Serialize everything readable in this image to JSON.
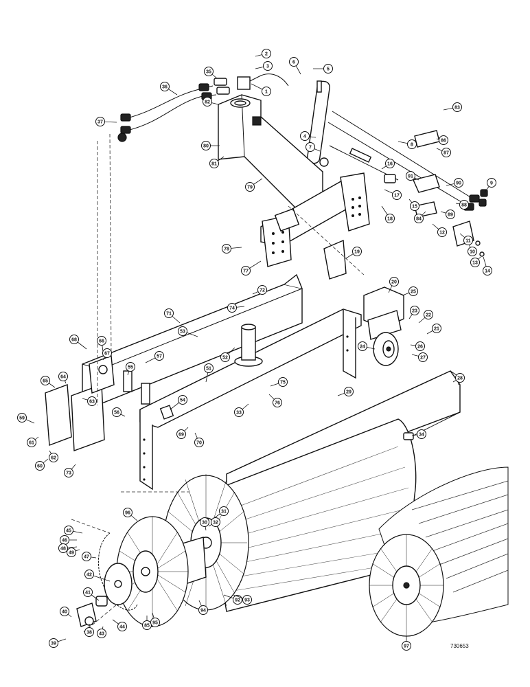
{
  "drawing_number": "730653",
  "callouts": [
    {
      "n": "1"
    },
    {
      "n": "2"
    },
    {
      "n": "3"
    },
    {
      "n": "4"
    },
    {
      "n": "5"
    },
    {
      "n": "6"
    },
    {
      "n": "7"
    },
    {
      "n": "8"
    },
    {
      "n": "9"
    },
    {
      "n": "10"
    },
    {
      "n": "11"
    },
    {
      "n": "12"
    },
    {
      "n": "13"
    },
    {
      "n": "14"
    },
    {
      "n": "15"
    },
    {
      "n": "16"
    },
    {
      "n": "17"
    },
    {
      "n": "18"
    },
    {
      "n": "19"
    },
    {
      "n": "20"
    },
    {
      "n": "21"
    },
    {
      "n": "22"
    },
    {
      "n": "23"
    },
    {
      "n": "24"
    },
    {
      "n": "25"
    },
    {
      "n": "26"
    },
    {
      "n": "27"
    },
    {
      "n": "28"
    },
    {
      "n": "29"
    },
    {
      "n": "30"
    },
    {
      "n": "31"
    },
    {
      "n": "32"
    },
    {
      "n": "33"
    },
    {
      "n": "34"
    },
    {
      "n": "35"
    },
    {
      "n": "36"
    },
    {
      "n": "37"
    },
    {
      "n": "38"
    },
    {
      "n": "39"
    },
    {
      "n": "40"
    },
    {
      "n": "41"
    },
    {
      "n": "42"
    },
    {
      "n": "43"
    },
    {
      "n": "44"
    },
    {
      "n": "45"
    },
    {
      "n": "46"
    },
    {
      "n": "47"
    },
    {
      "n": "48"
    },
    {
      "n": "49"
    },
    {
      "n": "51"
    },
    {
      "n": "52"
    },
    {
      "n": "53"
    },
    {
      "n": "54"
    },
    {
      "n": "55"
    },
    {
      "n": "56"
    },
    {
      "n": "57"
    },
    {
      "n": "59"
    },
    {
      "n": "60"
    },
    {
      "n": "61"
    },
    {
      "n": "62"
    },
    {
      "n": "63"
    },
    {
      "n": "64"
    },
    {
      "n": "65"
    },
    {
      "n": "66"
    },
    {
      "n": "67"
    },
    {
      "n": "68"
    },
    {
      "n": "69"
    },
    {
      "n": "70"
    },
    {
      "n": "71"
    },
    {
      "n": "72"
    },
    {
      "n": "73"
    },
    {
      "n": "74"
    },
    {
      "n": "75"
    },
    {
      "n": "76"
    },
    {
      "n": "77"
    },
    {
      "n": "78"
    },
    {
      "n": "79"
    },
    {
      "n": "80"
    },
    {
      "n": "81"
    },
    {
      "n": "82"
    },
    {
      "n": "83"
    },
    {
      "n": "84"
    },
    {
      "n": "85"
    },
    {
      "n": "86"
    },
    {
      "n": "87"
    },
    {
      "n": "88"
    },
    {
      "n": "89"
    },
    {
      "n": "90"
    },
    {
      "n": "91"
    },
    {
      "n": "92"
    },
    {
      "n": "93"
    },
    {
      "n": "94"
    },
    {
      "n": "95"
    },
    {
      "n": "96"
    },
    {
      "n": "97"
    }
  ]
}
